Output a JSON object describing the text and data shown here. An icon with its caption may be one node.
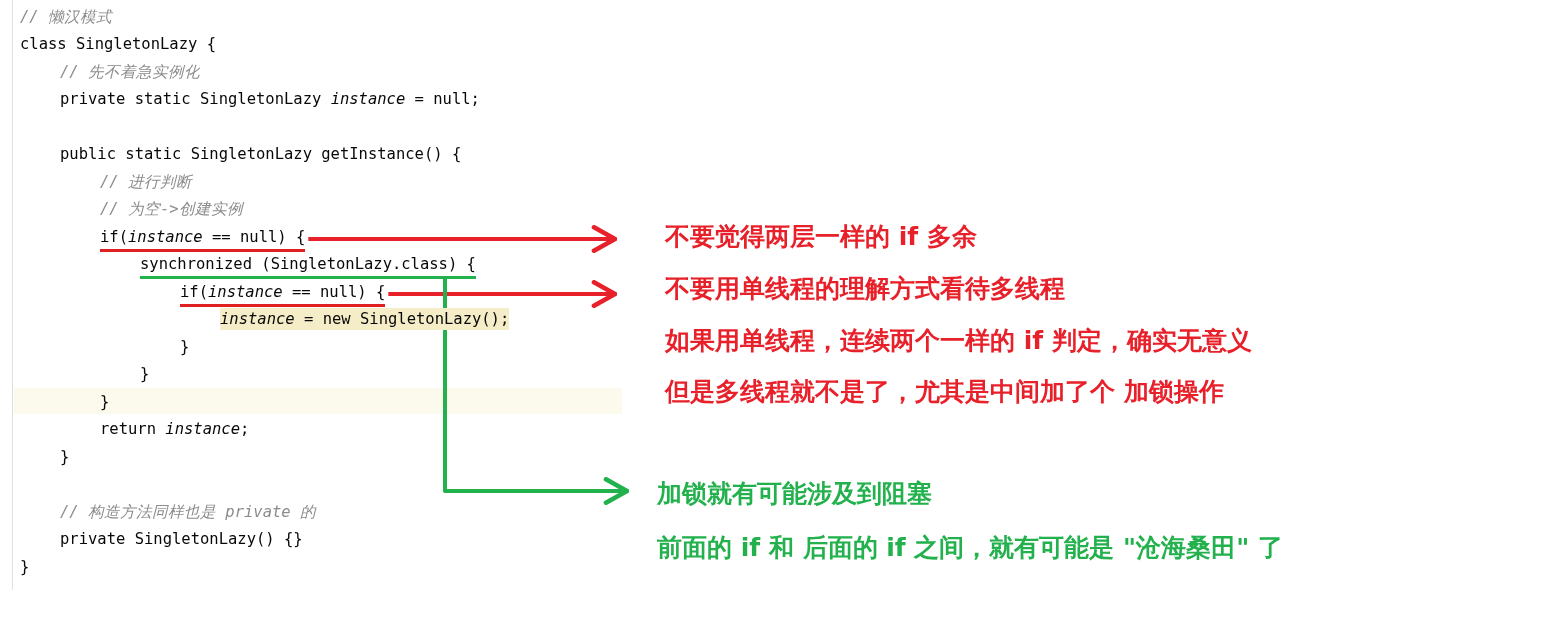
{
  "diagram": {
    "nodes": [
      {
        "text": [
          "if(*instance* == null) {"
        ]
      },
      {
        "text": [
          "synchronized (SingletonLazy.class) {"
        ]
      },
      {
        "text": [
          "if(*instance* == null) {"
        ]
      },
      {
        "text": [
          "不要觉得两层一样的 if 多余"
        ]
      },
      {
        "text": [
          "不要用单线程的理解方式看待多线程"
        ]
      },
      {
        "text": [
          "加锁就有可能涉及到阻塞"
        ]
      }
    ],
    "edges": [
      {
        "from": 0,
        "to": 3,
        "arrow": "to"
      },
      {
        "from": 2,
        "to": 4,
        "arrow": "to"
      },
      {
        "from": 1,
        "to": 5,
        "arrow": "to",
        "color": "#22b14c"
      }
    ],
    "labels": [
      "// 懒汉模式",
      "class SingletonLazy {",
      "// 先不着急实例化",
      "private static SingletonLazy *instance* = null;",
      "public static SingletonLazy getInstance() {",
      "// 进行判断",
      "// 为空->创建实例",
      "*instance* = new SingletonLazy();",
      "}",
      "}",
      "}",
      "return *instance*;",
      "}",
      "// 构造方法同样也是 private 的",
      "private SingletonLazy() {}",
      "}",
      "如果用单线程，连续两个一样的 if 判定，确实无意义",
      "但是多线程就不是了，尤其是中间加了个 加锁操作",
      "前面的 if 和 后面的 if 之间，就有可能是 \"沧海桑田\" 了"
    ]
  }
}
